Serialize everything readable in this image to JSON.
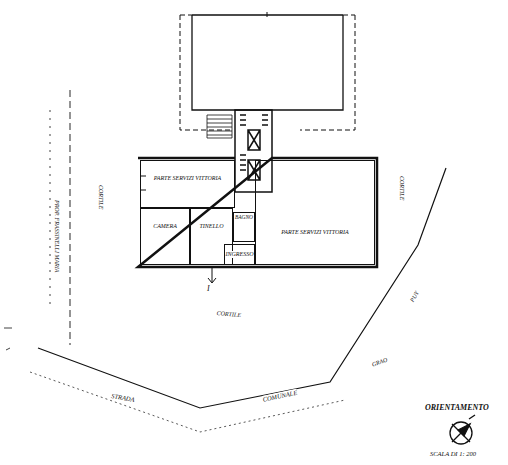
{
  "diagram": {
    "nodes": [
      {
        "text": [
          "PARTE SERVIZI VITTORIA"
        ]
      },
      {
        "text": [
          "CAMERA"
        ]
      },
      {
        "text": [
          "TINELLO"
        ]
      },
      {
        "text": [
          "BAGNO"
        ]
      },
      {
        "text": [
          "PARTE SERVIZI VITTORIA"
        ]
      },
      {
        "text": [
          "INGRESSO"
        ]
      }
    ],
    "labels": [
      "CORTILE",
      "CORTILE",
      "CORTILE",
      "PROP. FRASSINELLI MARIA",
      "STRADA",
      "COMUNALE",
      "PUY",
      "GRAO",
      "I",
      "ORIENTAMENTO",
      "SCALA DI 1: 200"
    ]
  }
}
